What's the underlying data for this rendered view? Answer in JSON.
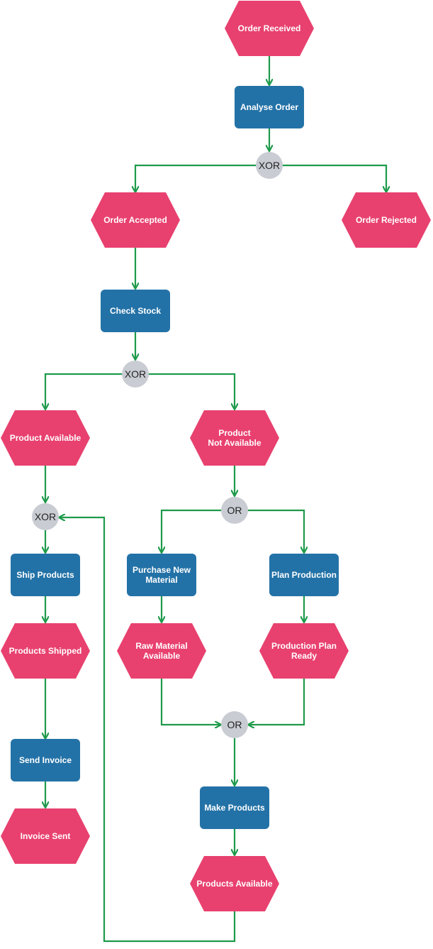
{
  "colors": {
    "event": "#e8416f",
    "function": "#2372a7",
    "gate": "#c9ccd3",
    "arrow": "#1e9a4a"
  },
  "nodes": {
    "order_received": "Order Received",
    "analyse_order": "Analyse Order",
    "gate1": "XOR",
    "order_accepted": "Order Accepted",
    "order_rejected": "Order Rejected",
    "check_stock": "Check Stock",
    "gate2": "XOR",
    "product_available": "Product Available",
    "product_not_available": [
      "Product",
      "Not Available"
    ],
    "gate3": "XOR",
    "ship_products": "Ship Products",
    "products_shipped": "Products Shipped",
    "send_invoice": "Send Invoice",
    "invoice_sent": "Invoice Sent",
    "gate4": "OR",
    "purchase_new_material": [
      "Purchase New",
      "Material"
    ],
    "plan_production": "Plan Production",
    "raw_material_available": [
      "Raw Material",
      "Available"
    ],
    "production_plan_ready": [
      "Production Plan",
      "Ready"
    ],
    "gate5": "OR",
    "make_products": "Make Products",
    "products_available": "Products Available"
  }
}
